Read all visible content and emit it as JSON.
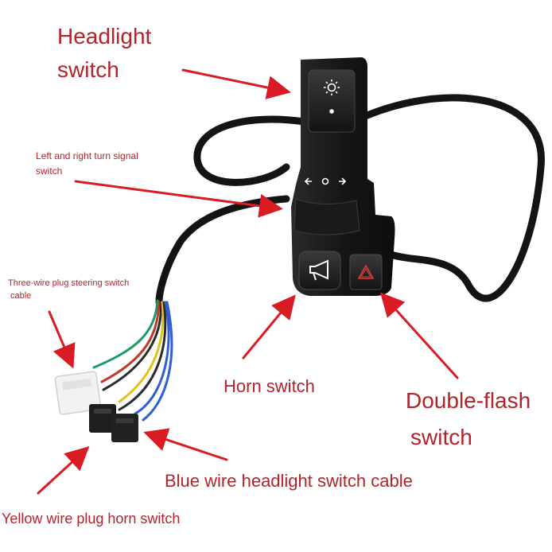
{
  "labels": {
    "headlight_line1": "Headlight",
    "headlight_line2": "switch",
    "turn_line1": "Left and right turn signal",
    "turn_line2": "switch",
    "three_wire_line1": "Three-wire plug steering switch",
    "three_wire_line2": "cable",
    "horn": "Horn switch",
    "double_flash_line1": "Double-flash",
    "double_flash_line2": "switch",
    "blue_wire": "Blue wire headlight switch cable",
    "yellow_wire": "Yellow wire plug horn switch"
  },
  "icons": {
    "headlight": "sun-headlight-icon",
    "turn": "left-right-arrows-icon",
    "horn": "horn-icon",
    "hazard": "hazard-triangle-icon"
  },
  "colors": {
    "label_text": "#b3232a",
    "arrow": "#d91c24",
    "switch_body": "#1b1b1b",
    "wire_blue": "#2f5fd0",
    "wire_yellow": "#e2c21a",
    "wire_green": "#1e9a6a",
    "wire_red": "#c0392b"
  }
}
